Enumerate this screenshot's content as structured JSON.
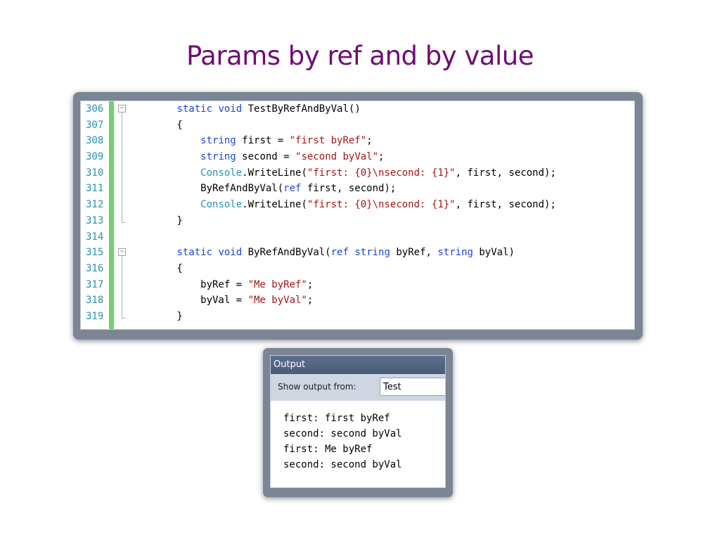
{
  "slide": {
    "title": "Params by ref and by value"
  },
  "code": {
    "lines": [
      {
        "num": "306",
        "parts": [
          {
            "t": "        "
          },
          {
            "t": "static",
            "c": "kw"
          },
          {
            "t": " "
          },
          {
            "t": "void",
            "c": "kw"
          },
          {
            "t": " TestByRefAndByVal()"
          }
        ]
      },
      {
        "num": "307",
        "parts": [
          {
            "t": "        {"
          }
        ]
      },
      {
        "num": "308",
        "parts": [
          {
            "t": "            "
          },
          {
            "t": "string",
            "c": "kw"
          },
          {
            "t": " first = "
          },
          {
            "t": "\"first byRef\"",
            "c": "str"
          },
          {
            "t": ";"
          }
        ]
      },
      {
        "num": "309",
        "parts": [
          {
            "t": "            "
          },
          {
            "t": "string",
            "c": "kw"
          },
          {
            "t": " second = "
          },
          {
            "t": "\"second byVal\"",
            "c": "str"
          },
          {
            "t": ";"
          }
        ]
      },
      {
        "num": "310",
        "parts": [
          {
            "t": "            "
          },
          {
            "t": "Console",
            "c": "ty"
          },
          {
            "t": ".WriteLine("
          },
          {
            "t": "\"first: {0}\\nsecond: {1}\"",
            "c": "str"
          },
          {
            "t": ", first, second);"
          }
        ]
      },
      {
        "num": "311",
        "parts": [
          {
            "t": "            ByRefAndByVal("
          },
          {
            "t": "ref",
            "c": "kw"
          },
          {
            "t": " first, second);"
          }
        ]
      },
      {
        "num": "312",
        "parts": [
          {
            "t": "            "
          },
          {
            "t": "Console",
            "c": "ty"
          },
          {
            "t": ".WriteLine("
          },
          {
            "t": "\"first: {0}\\nsecond: {1}\"",
            "c": "str"
          },
          {
            "t": ", first, second);"
          }
        ]
      },
      {
        "num": "313",
        "parts": [
          {
            "t": "        }"
          }
        ]
      },
      {
        "num": "314",
        "parts": [
          {
            "t": ""
          }
        ]
      },
      {
        "num": "315",
        "parts": [
          {
            "t": "        "
          },
          {
            "t": "static",
            "c": "kw"
          },
          {
            "t": " "
          },
          {
            "t": "void",
            "c": "kw"
          },
          {
            "t": " ByRefAndByVal("
          },
          {
            "t": "ref",
            "c": "kw"
          },
          {
            "t": " "
          },
          {
            "t": "string",
            "c": "kw"
          },
          {
            "t": " byRef, "
          },
          {
            "t": "string",
            "c": "kw"
          },
          {
            "t": " byVal)"
          }
        ]
      },
      {
        "num": "316",
        "parts": [
          {
            "t": "        {"
          }
        ]
      },
      {
        "num": "317",
        "parts": [
          {
            "t": "            byRef = "
          },
          {
            "t": "\"Me byRef\"",
            "c": "str"
          },
          {
            "t": ";"
          }
        ]
      },
      {
        "num": "318",
        "parts": [
          {
            "t": "            byVal = "
          },
          {
            "t": "\"Me byVal\"",
            "c": "str"
          },
          {
            "t": ";"
          }
        ]
      },
      {
        "num": "319",
        "parts": [
          {
            "t": "        }"
          }
        ]
      }
    ],
    "folding": [
      "start",
      "line",
      "line",
      "line",
      "line",
      "line",
      "line",
      "end",
      "none",
      "start",
      "line",
      "line",
      "line",
      "end"
    ],
    "colors": {
      "keyword": "#1a45d6",
      "type": "#2b91af",
      "string": "#a31515",
      "line_number": "#2b91af",
      "changed_bar": "#6fd36a"
    }
  },
  "output": {
    "title": "Output",
    "show_from_label": "Show output from:",
    "show_from_value": "Test",
    "lines": [
      "first: first byRef",
      "second: second byVal",
      "first: Me byRef",
      "second: second byVal"
    ]
  }
}
